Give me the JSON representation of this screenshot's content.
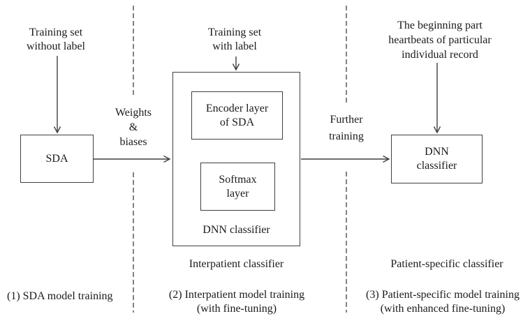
{
  "figure": {
    "bg": "#ffffff",
    "line_color": "#3f3f3f",
    "text_color": "#1b1b1b"
  },
  "stage1": {
    "input": "Training set\nwithout label",
    "box_label": "SDA",
    "caption": "(1) SDA model training"
  },
  "link1": {
    "label": "Weights\n&\nbiases"
  },
  "stage2": {
    "input": "Training set\nwith label",
    "encoder_box": "Encoder layer\nof SDA",
    "softmax_box": "Softmax\nlayer",
    "outer_box_label": "DNN classifier",
    "subtitle": "Interpatient classifier",
    "caption": "(2) Interpatient model training\n(with fine-tuning)"
  },
  "link2": {
    "label": "Further\ntraining"
  },
  "stage3": {
    "input": "The beginning part\nheartbeats of particular\nindividual record",
    "box_label": "DNN\nclassifier",
    "subtitle": "Patient-specific classifier",
    "caption": "(3) Patient-specific model training\n(with enhanced fine-tuning)"
  }
}
